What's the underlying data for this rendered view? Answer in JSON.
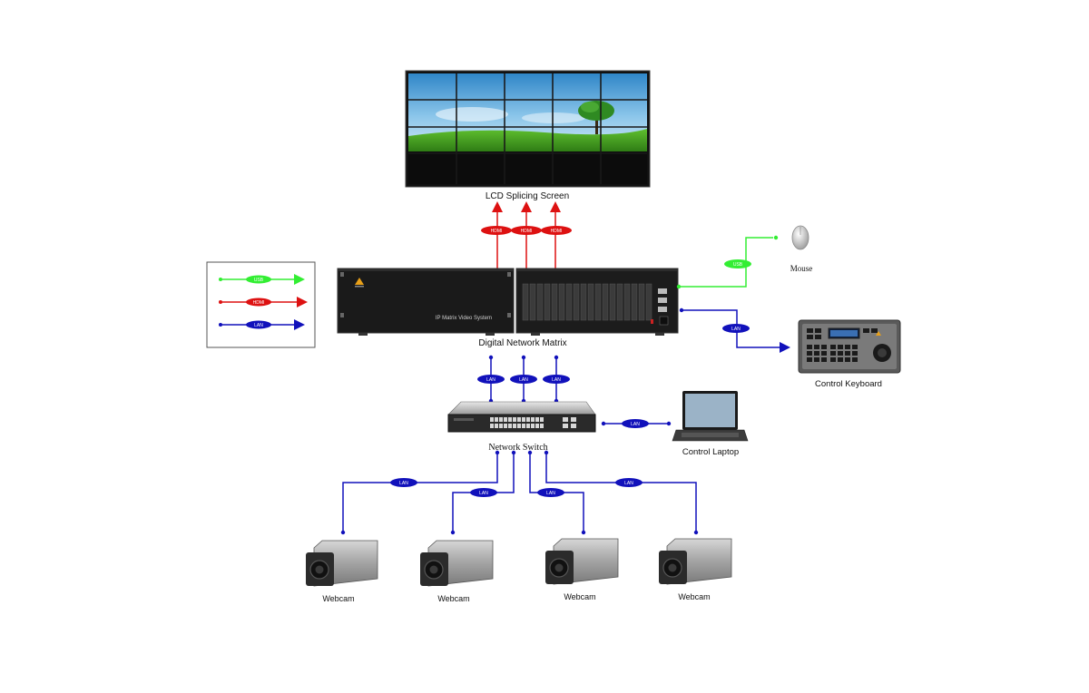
{
  "colors": {
    "usb": "#33ee33",
    "hdmi": "#dd1111",
    "lan": "#1111bb",
    "background": "#ffffff"
  },
  "legend": {
    "items": [
      {
        "label": "USB",
        "color": "#33ee33"
      },
      {
        "label": "HDMI",
        "color": "#dd1111"
      },
      {
        "label": "LAN",
        "color": "#1111bb"
      }
    ]
  },
  "devices": {
    "lcd_screen": "LCD Splicing Screen",
    "matrix": "Digital Network Matrix",
    "matrix_panel_text": "IP Matrix Video System",
    "mouse": "Mouse",
    "keyboard": "Control Keyboard",
    "switch": "Network Switch",
    "laptop": "Control Laptop",
    "webcams": [
      "Webcam",
      "Webcam",
      "Webcam",
      "Webcam"
    ]
  },
  "connections": {
    "hdmi_tags": [
      "HDMI",
      "HDMI",
      "HDMI"
    ],
    "usb_tag": "USB",
    "keyboard_lan_tag": "LAN",
    "matrix_switch_tags": [
      "LAN",
      "LAN",
      "LAN"
    ],
    "laptop_lan_tag": "LAN",
    "webcam_lan_tags": [
      "LAN",
      "LAN",
      "LAN",
      "LAN"
    ]
  }
}
